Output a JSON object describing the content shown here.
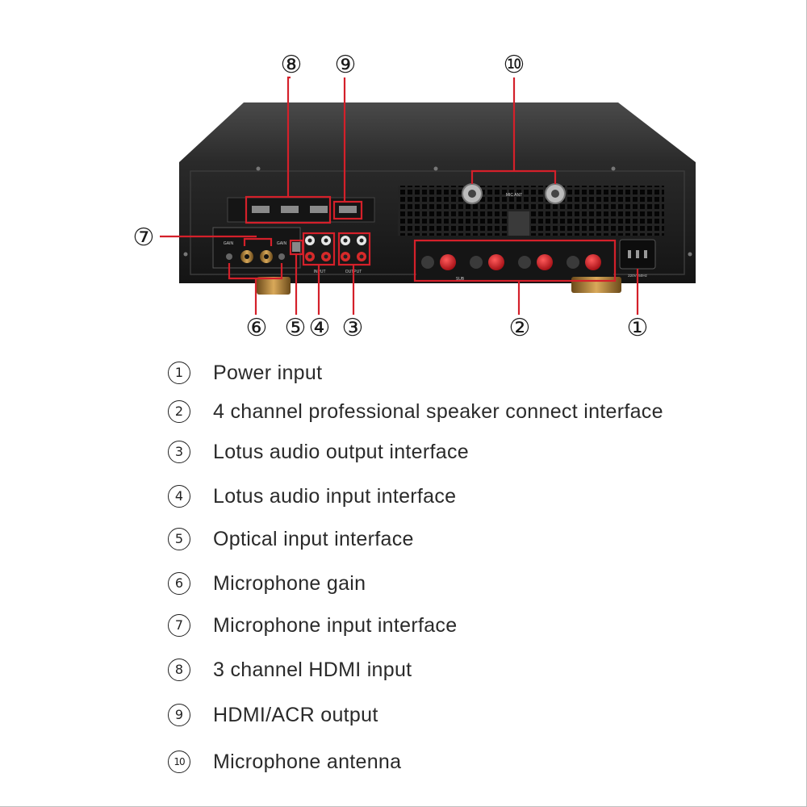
{
  "callouts": [
    {
      "id": "8",
      "label": "⑧"
    },
    {
      "id": "9",
      "label": "⑨"
    },
    {
      "id": "10",
      "label": "⑩"
    },
    {
      "id": "7",
      "label": "⑦"
    },
    {
      "id": "6",
      "label": "⑥"
    },
    {
      "id": "5",
      "label": "⑤"
    },
    {
      "id": "4",
      "label": "④"
    },
    {
      "id": "3",
      "label": "③"
    },
    {
      "id": "2",
      "label": "②"
    },
    {
      "id": "1",
      "label": "①"
    }
  ],
  "legend": [
    {
      "num": "①",
      "text": "Power input"
    },
    {
      "num": "②",
      "text": "4 channel professional speaker connect interface"
    },
    {
      "num": "③",
      "text": "Lotus audio output interface"
    },
    {
      "num": "④",
      "text": "Lotus audio input interface"
    },
    {
      "num": "⑤",
      "text": "Optical input interface"
    },
    {
      "num": "⑥",
      "text": "Microphone gain"
    },
    {
      "num": "⑦",
      "text": "Microphone input interface"
    },
    {
      "num": "⑧",
      "text": "3 channel HDMI input"
    },
    {
      "num": "⑨",
      "text": "HDMI/ACR output"
    },
    {
      "num": "⑩",
      "text": "Microphone antenna"
    }
  ],
  "panel_labels": {
    "mic_ant": "MIC ANT",
    "gain_left": "GAIN",
    "gain_right": "GAIN",
    "input": "INPUT",
    "output": "OUTPUT",
    "sub": "SUB",
    "power_rating": "220V~50Hz"
  },
  "colors": {
    "callout_line": "#d4202a",
    "chassis": "#1c1c1c",
    "terminal_red": "#c8181e",
    "gold": "#b98a3a"
  }
}
